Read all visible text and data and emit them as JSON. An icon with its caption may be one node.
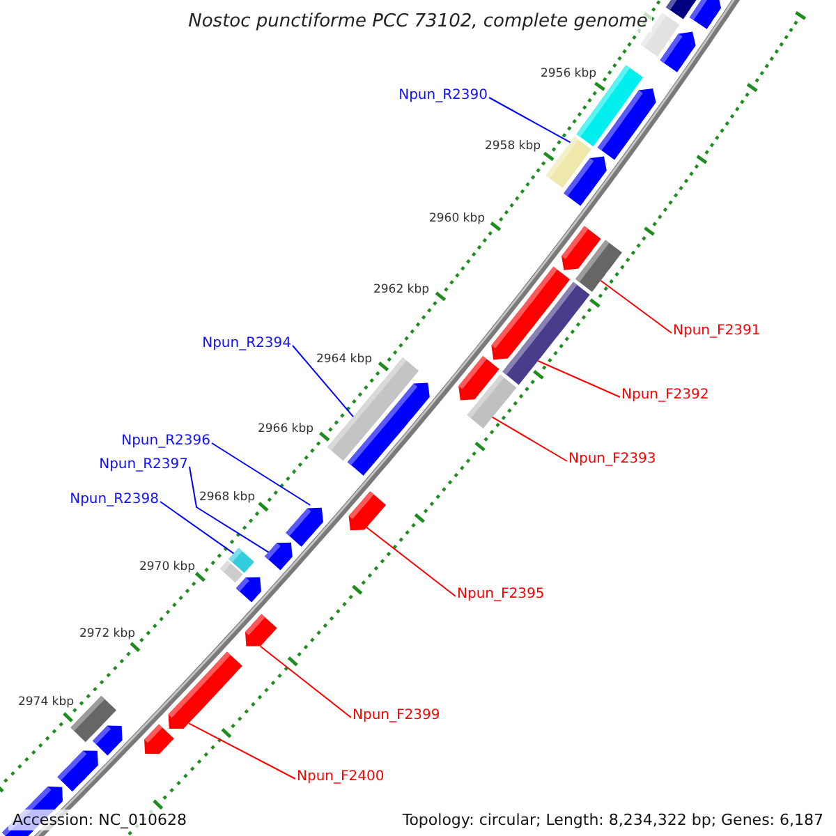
{
  "diagram": {
    "title": "Nostoc punctiforme PCC 73102, complete genome",
    "nodes": [
      {
        "text": [
          "Npun_R2390"
        ]
      },
      {
        "text": [
          "Npun_F2391"
        ]
      },
      {
        "text": [
          "Npun_R2394"
        ]
      },
      {
        "text": [
          "Npun_F2392"
        ]
      },
      {
        "text": [
          "Npun_R2396"
        ]
      },
      {
        "text": [
          "Npun_F2393"
        ]
      },
      {
        "text": [
          "Npun_R2397"
        ]
      },
      {
        "text": [
          "Npun_R2398"
        ]
      },
      {
        "text": [
          "Npun_F2395"
        ]
      },
      {
        "text": [
          "Npun_F2399"
        ]
      },
      {
        "text": [
          "Npun_F2400"
        ]
      },
      {
        "text": [],
        "shape": "pentagon"
      },
      {
        "text": [],
        "shape": "box"
      },
      {
        "text": [],
        "shape": "pentagon"
      },
      {
        "text": [],
        "shape": "box"
      },
      {
        "text": [],
        "shape": "box"
      },
      {
        "text": [],
        "shape": "pentagon"
      },
      {
        "text": [],
        "shape": "pentagon"
      },
      {
        "text": [],
        "shape": "box"
      },
      {
        "text": [],
        "shape": "box"
      },
      {
        "text": [],
        "shape": "pentagon"
      },
      {
        "text": [],
        "shape": "pentagon"
      },
      {
        "text": [],
        "shape": "box"
      },
      {
        "text": [],
        "shape": "pentagon"
      },
      {
        "text": [],
        "shape": "box"
      },
      {
        "text": [],
        "shape": "box"
      },
      {
        "text": [],
        "shape": "pentagon"
      },
      {
        "text": [],
        "shape": "pentagon"
      },
      {
        "text": [],
        "shape": "pentagon"
      },
      {
        "text": [],
        "shape": "pentagon"
      },
      {
        "text": [],
        "shape": "box"
      },
      {
        "text": [],
        "shape": "pentagon"
      },
      {
        "text": [],
        "shape": "box"
      },
      {
        "text": [],
        "shape": "pentagon"
      },
      {
        "text": [],
        "shape": "pentagon"
      },
      {
        "text": [],
        "shape": "pentagon"
      },
      {
        "text": [],
        "shape": "box"
      },
      {
        "text": [],
        "shape": "pentagon"
      },
      {
        "text": [],
        "shape": "pentagon"
      },
      {
        "text": [],
        "shape": "pentagon"
      }
    ],
    "edges": [
      {
        "from": 0,
        "to": 18,
        "arrow": "none",
        "color": "#0000ff"
      },
      {
        "from": 1,
        "to": 19,
        "arrow": "none"
      },
      {
        "from": 2,
        "to": 25,
        "arrow": "none",
        "color": "#0000ff"
      },
      {
        "from": 3,
        "to": 22,
        "arrow": "none"
      },
      {
        "from": 4,
        "to": 28,
        "arrow": "none",
        "color": "#0000ff"
      },
      {
        "from": 5,
        "to": 24,
        "arrow": "none"
      },
      {
        "from": 6,
        "to": 29,
        "arrow": "none",
        "color": "#0000ff"
      },
      {
        "from": 7,
        "to": 30,
        "arrow": "none",
        "color": "#0000ff"
      },
      {
        "from": 8,
        "to": 27,
        "arrow": "none"
      },
      {
        "from": 9,
        "to": 33,
        "arrow": "none"
      },
      {
        "from": 10,
        "to": 34,
        "arrow": "none"
      }
    ],
    "labels": [
      "2956 kbp",
      "2958 kbp",
      "2960 kbp",
      "2962 kbp",
      "2964 kbp",
      "2966 kbp",
      "2968 kbp",
      "2970 kbp",
      "2972 kbp",
      "2974 kbp",
      "Accession: NC_010628",
      "Topology: circular; Length: 8,234,322 bp; Genes: 6,187"
    ]
  }
}
